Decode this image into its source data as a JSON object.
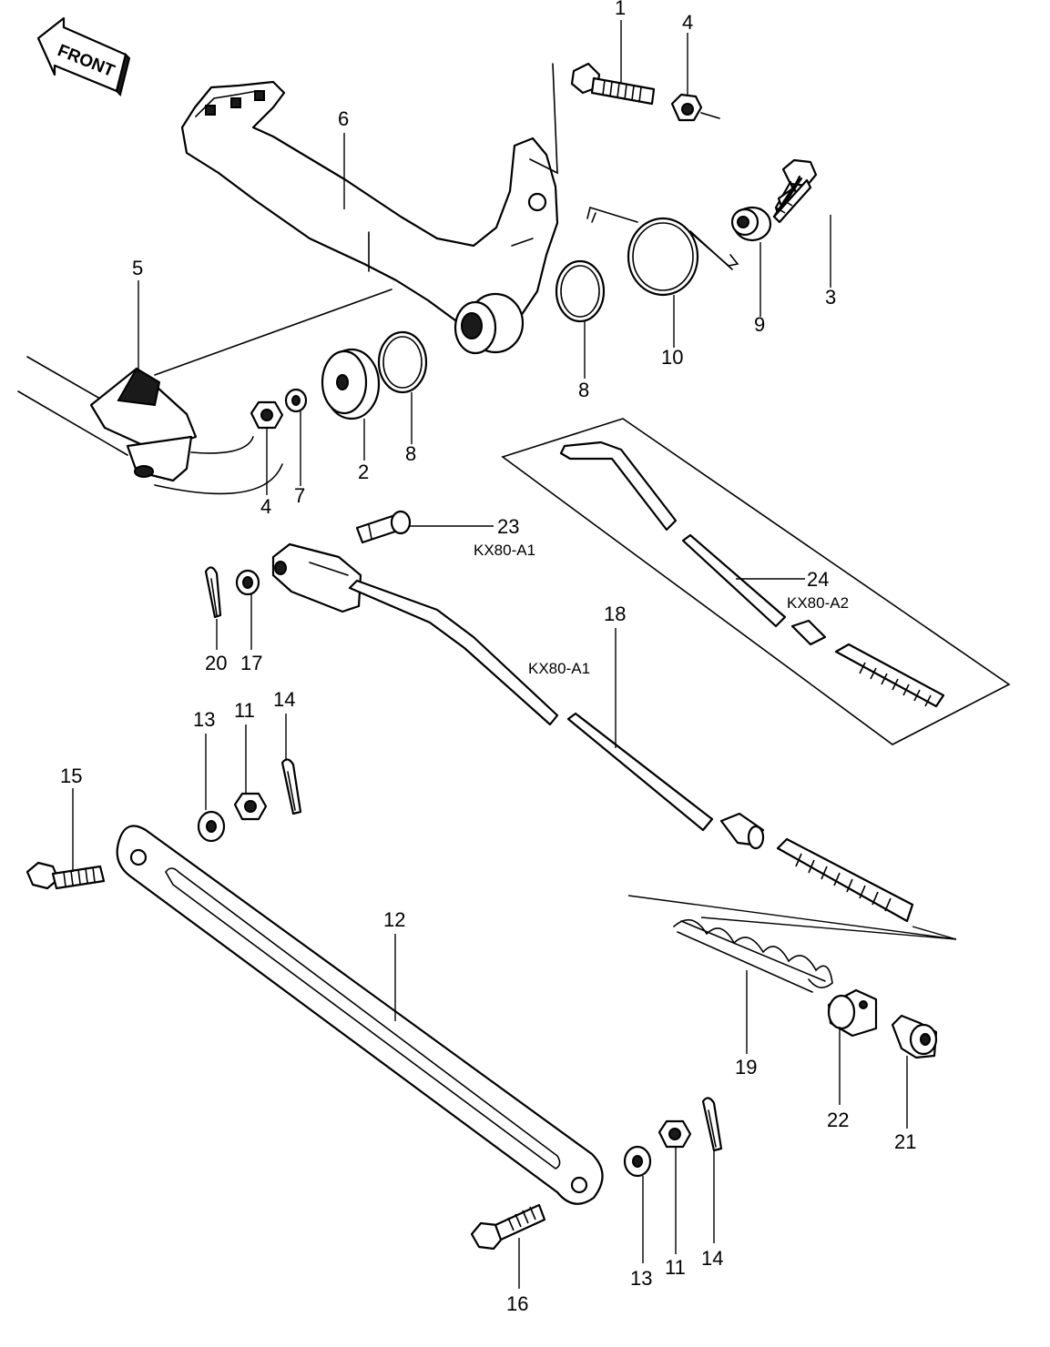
{
  "front_label": "FRONT",
  "callouts": {
    "c1": "1",
    "c4a": "4",
    "c6": "6",
    "c5": "5",
    "c3": "3",
    "c9": "9",
    "c10": "10",
    "c8a": "8",
    "c2": "2",
    "c8b": "8",
    "c7": "7",
    "c4b": "4",
    "c23": "23",
    "c24": "24",
    "c18": "18",
    "c20": "20",
    "c17": "17",
    "c13a": "13",
    "c11a": "11",
    "c14a": "14",
    "c15": "15",
    "c12": "12",
    "c19": "19",
    "c22": "22",
    "c21": "21",
    "c16": "16",
    "c13b": "13",
    "c11b": "11",
    "c14b": "14"
  },
  "model_labels": {
    "kx80_a1_pin": "KX80-A1",
    "kx80_a2_rod": "KX80-A2",
    "kx80_a1_rod": "KX80-A1"
  }
}
